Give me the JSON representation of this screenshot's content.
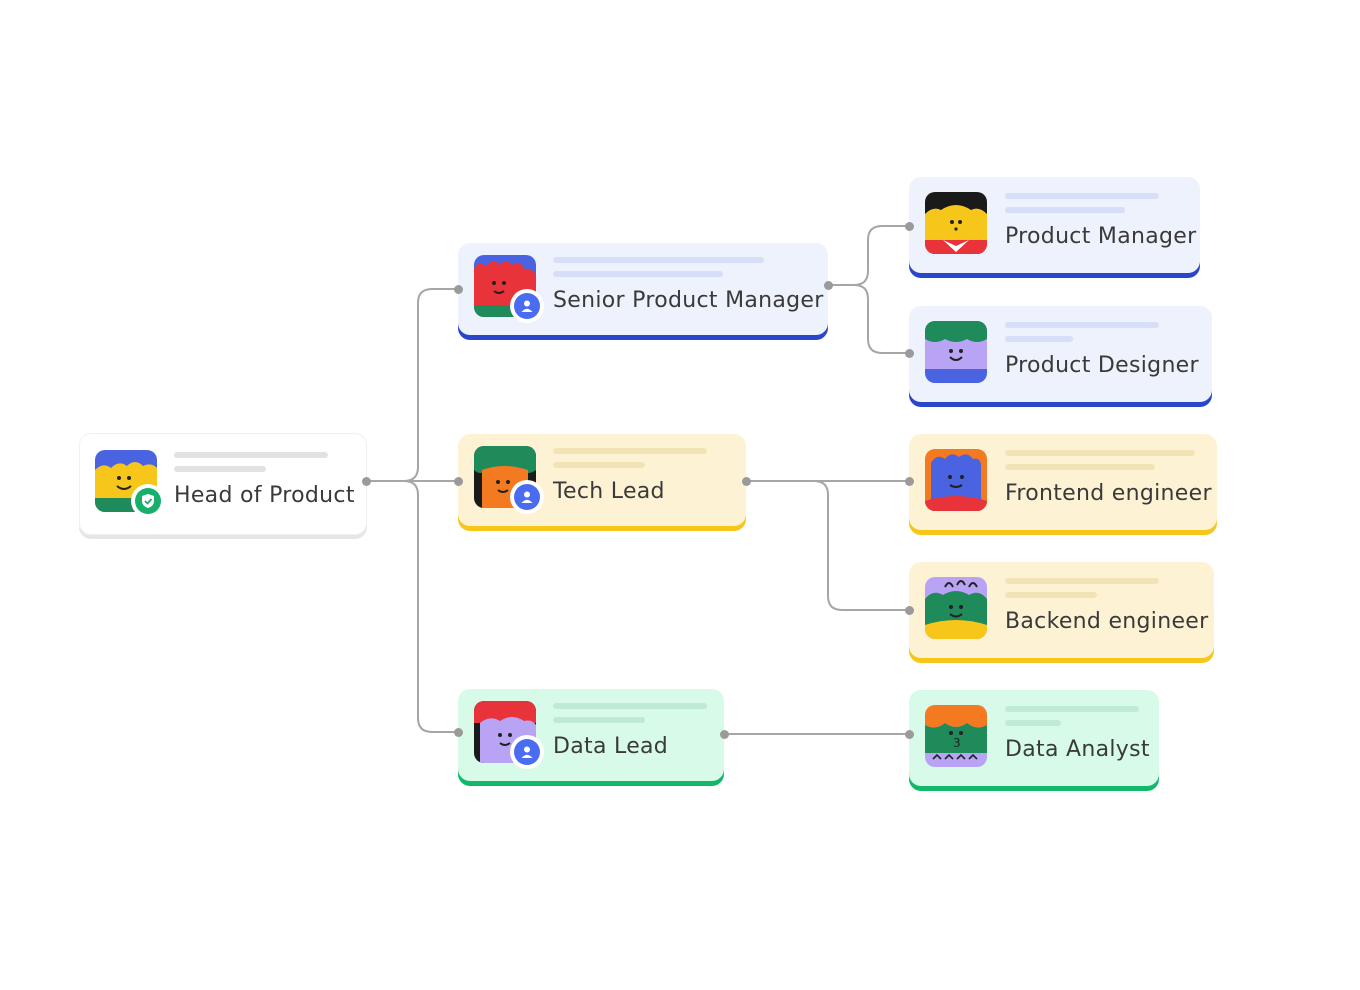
{
  "colors": {
    "blue_bg": "#eef2fc",
    "blue_edge": "#2a47c9",
    "blue_line": "#d7def8",
    "yellow_bg": "#fdf3d4",
    "yellow_edge": "#f7c61a",
    "yellow_line": "#f2e3b6",
    "green_bg": "#d7fbe8",
    "green_edge": "#12b86a",
    "green_line": "#bfead6",
    "white_bg": "#ffffff",
    "white_edge": "#e6e6e6",
    "white_line": "#e2e2e2",
    "connector": "#a6a6a6"
  },
  "nodes": {
    "head": {
      "label": "Head of Product",
      "badge": "shield-check-icon"
    },
    "senior_pm": {
      "label": "Senior Product Manager",
      "badge": "person-icon"
    },
    "tech_lead": {
      "label": "Tech Lead",
      "badge": "person-icon"
    },
    "data_lead": {
      "label": "Data Lead",
      "badge": "person-icon"
    },
    "product_manager": {
      "label": "Product Manager"
    },
    "product_designer": {
      "label": "Product Designer"
    },
    "frontend": {
      "label": "Frontend engineer"
    },
    "backend": {
      "label": "Backend engineer"
    },
    "data_analyst": {
      "label": "Data Analyst"
    }
  }
}
